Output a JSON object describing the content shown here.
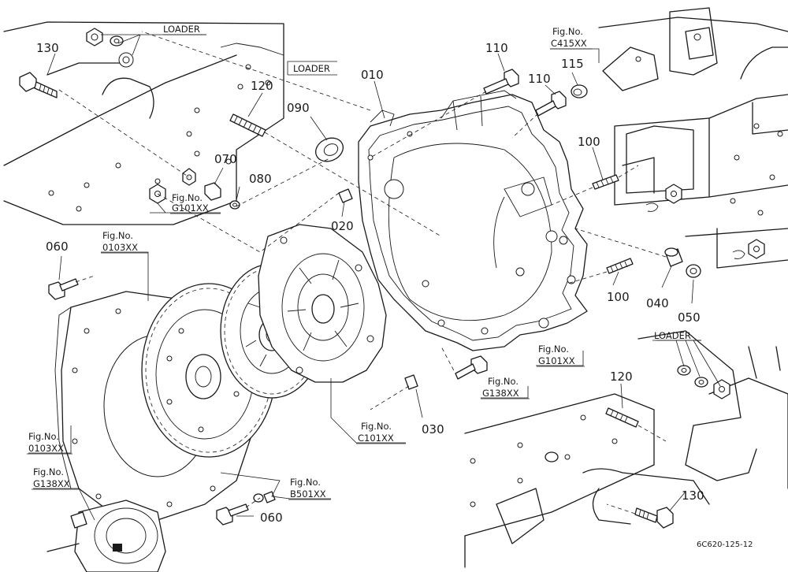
{
  "drawing_code": "6C620-125-12",
  "part_labels": {
    "p010": "010",
    "p020": "020",
    "p030": "030",
    "p040": "040",
    "p050": "050",
    "p060_a": "060",
    "p060_b": "060",
    "p070": "070",
    "p080": "080",
    "p090": "090",
    "p100_a": "100",
    "p100_b": "100",
    "p110_a": "110",
    "p110_b": "110",
    "p115": "115",
    "p120_a": "120",
    "p120_b": "120",
    "p130_a": "130",
    "p130_b": "130"
  },
  "loader_labels": {
    "top_left": "LOADER",
    "top_mid": "LOADER",
    "right": "LOADER"
  },
  "figure_refs": {
    "c415": {
      "prefix": "Fig.No.",
      "code": "C415XX"
    },
    "g101_left": {
      "prefix": "Fig.No.",
      "code": "G101XX"
    },
    "o103_top": {
      "prefix": "Fig.No.",
      "code": "0103XX"
    },
    "o103_bottom": {
      "prefix": "Fig.No.",
      "code": "0103XX"
    },
    "g138_left": {
      "prefix": "Fig.No.",
      "code": "G138XX"
    },
    "g138_mid": {
      "prefix": "Fig.No.",
      "code": "G138XX"
    },
    "g101_right": {
      "prefix": "Fig.No.",
      "code": "G101XX"
    },
    "c101": {
      "prefix": "Fig.No.",
      "code": "C101XX"
    },
    "b501": {
      "prefix": "Fig.No.",
      "code": "B501XX"
    }
  }
}
